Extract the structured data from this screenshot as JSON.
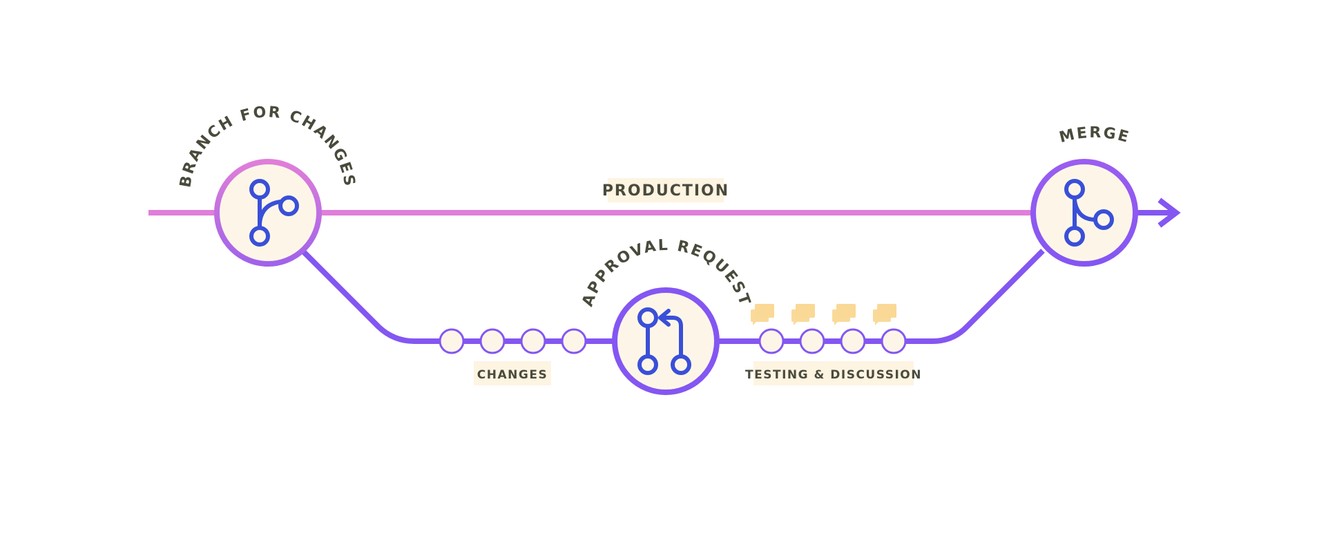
{
  "labels": {
    "production": "PRODUCTION",
    "changes": "CHANGES",
    "testing": "TESTING & DISCUSSION",
    "branch": "BRANCH FOR CHANGES",
    "approval": "APPROVAL REQUEST",
    "merge": "MERGE"
  },
  "colors": {
    "pink": "#e07ed9",
    "purple": "#8456f2",
    "blue": "#3a4fd8",
    "cream": "#fdf6e8",
    "label_bg": "#fdf4e2",
    "text": "#4a4a3c",
    "chat": "#fad895"
  },
  "icons": {
    "branch": "git-branch-icon",
    "pull_request": "git-pull-request-icon",
    "merge": "git-merge-icon",
    "comment": "comment-icon",
    "arrow": "arrow-right-icon"
  }
}
